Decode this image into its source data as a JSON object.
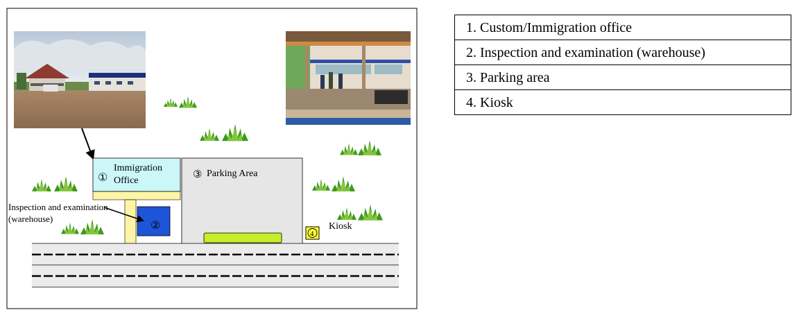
{
  "map": {
    "immigration_office": {
      "number": "①",
      "line1": "Immigration",
      "line2": "Office"
    },
    "warehouse": {
      "number": "②",
      "line1": "Inspection and examination",
      "line2": "(warehouse)"
    },
    "parking": {
      "number": "③",
      "label": "Parking Area"
    },
    "kiosk": {
      "number": "4",
      "label": "Kiosk"
    },
    "photos": [
      "buildings-photo",
      "office-veranda-photo"
    ]
  },
  "legend": {
    "items": [
      "1. Custom/Immigration office",
      "2. Inspection and examination (warehouse)",
      "3. Parking area",
      "4. Kiosk"
    ]
  },
  "colors": {
    "office_fill": "#ccf7f9",
    "warehouse_fill": "#1d55d8",
    "path_fill": "#fdf5a5",
    "parking_fill": "#e6e6e6",
    "parking_strip": "#c5ee2b",
    "kiosk_fill": "#ffff33",
    "grass": "#3c9b1a",
    "road": "#ebebeb"
  }
}
